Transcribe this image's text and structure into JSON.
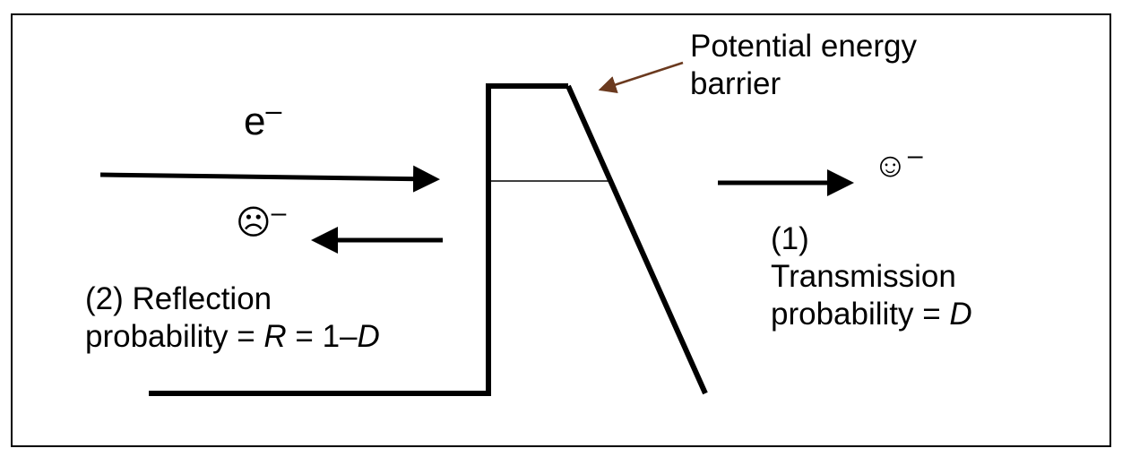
{
  "labels": {
    "electron": "e",
    "electron_charge": "–",
    "barrier_line1": "Potential energy",
    "barrier_line2": "barrier",
    "transmitted_face": "☺",
    "transmitted_charge": "–",
    "reflected_face": "☹",
    "reflected_charge": "–",
    "transmission_line1": "(1)",
    "transmission_line2": "Transmission",
    "transmission_line3_prefix": "probability  = ",
    "transmission_symbol": "D",
    "reflection_line1": "(2) Reflection",
    "reflection_line2_prefix": "probability  = ",
    "reflection_symbol_R": "R",
    "reflection_mid": " = 1–",
    "reflection_symbol_D": "D"
  },
  "colors": {
    "line": "#000000",
    "callout_arrow": "#6b3a1f",
    "background": "#ffffff"
  }
}
